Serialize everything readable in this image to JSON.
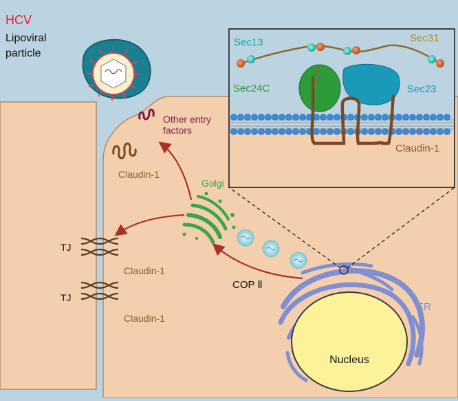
{
  "labels": {
    "hcv": "HCV",
    "lipoviral_line1": "Lipoviral",
    "lipoviral_line2": "particle",
    "other_entry_line1": "Other entry",
    "other_entry_line2": "factors",
    "claudin_membrane": "Claudin-1",
    "golgi": "Golgi",
    "tj_top": "TJ",
    "tj_bottom": "TJ",
    "claudin_tj_top": "Claudin-1",
    "claudin_tj_bottom": "Claudin-1",
    "cop_ii": "COP Ⅱ",
    "er": "ER",
    "nucleus": "Nucleus"
  },
  "inset": {
    "sec13": "Sec13",
    "sec31": "Sec31",
    "sec24c": "Sec24C",
    "sec23": "Sec23",
    "claudin": "Claudin-1",
    "motif_v": "V",
    "motif_y": "Y"
  },
  "colors": {
    "background": "#bcd3e2",
    "cell": "#f4cfae",
    "cell_outline": "#b08c6c",
    "hcv_red": "#e8202a",
    "arrow": "#a8322a",
    "claudin_brown": "#7a4a24",
    "claudin_text": "#8a5a2c",
    "golgi_green": "#3aa648",
    "er_blue": "#7f8fd0",
    "nucleus_yellow": "#fbf29a",
    "sec13_teal": "#1aa89a",
    "sec31_gold": "#b58a2a",
    "sec24c_green": "#2d9b3a",
    "sec23_blue": "#1a9ab8",
    "other_factor_purple": "#7a1a4a"
  }
}
